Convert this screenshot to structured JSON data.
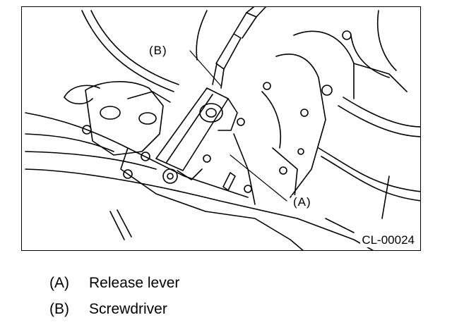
{
  "callouts": {
    "b": "(B)",
    "a": "(A)"
  },
  "figure_code": "CL-00024",
  "legend": [
    {
      "key": "(A)",
      "label": "Release lever"
    },
    {
      "key": "(B)",
      "label": "Screwdriver"
    }
  ]
}
